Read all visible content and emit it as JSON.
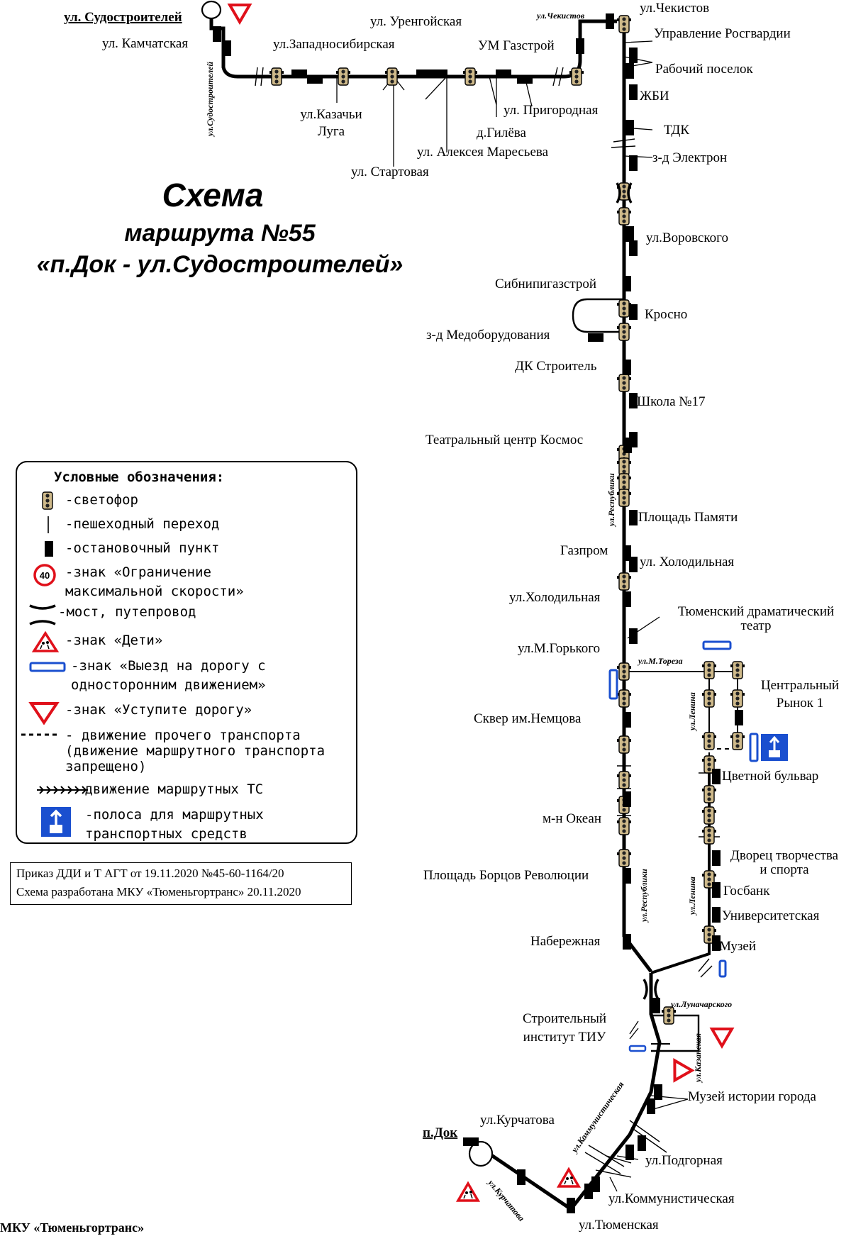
{
  "title": {
    "line1": "Схема",
    "line2": "маршрута №55",
    "line3": "«п.Док - ул.Судостроителей»"
  },
  "terminals": {
    "north": "ул. Судостроителей",
    "south": "п.Док"
  },
  "stops": {
    "kamchatskaya": "ул. Камчатская",
    "zapadnosibirskaya": "ул.Западносибирская",
    "urengoyskaya": "ул. Уренгойская",
    "um_gazstroy": "УМ Газстрой",
    "chekistov": "ул.Чекистов",
    "rosgvardiya": "Управление Росгвардии",
    "rabochiy": "Рабочий поселок",
    "zhbi": "ЖБИ",
    "prigorodnaya": "ул. Пригородная",
    "tdk": "ТДК",
    "gileva": "д.Гилёва",
    "maresyeva": "ул. Алексея Маресьева",
    "kazachi_luga": "ул.Казачьи\nЛуга",
    "startovaya": "ул. Стартовая",
    "elektron": "з-д Электрон",
    "vorovskogo": "ул.Воровского",
    "sibnipigazstroy": "Сибнипигазстрой",
    "krosno": "Кросно",
    "medoborudovaniya": "з-д Медоборудования",
    "dk_stroitel": "ДК Строитель",
    "shkola17": "Школа №17",
    "kosmos": "Театральный центр Космос",
    "pamyati": "Площадь Памяти",
    "gazprom": "Газпром",
    "holodilnaya_e": "ул. Холодильная",
    "holodilnaya_w": "ул.Холодильная",
    "drama": "Тюменский драматический\nтеатр",
    "gorkogo": "ул.М.Горького",
    "rynok": "Центральный\nРынок 1",
    "nemcova": "Сквер им.Немцова",
    "bulvar": "Цветной бульвар",
    "okean": "м-н Океан",
    "dvorec": "Дворец творчества\nи спорта",
    "borcov": "Площадь Борцов Революции",
    "gosbank": "Госбанк",
    "universitetskaya": "Университетская",
    "naberezhnaya": "Набережная",
    "muzey": "Музей",
    "tiu": "Строительный\nинститут ТИУ",
    "muzey_istorii": "Музей истории города",
    "kurchatova": "ул.Курчатова",
    "podgornaya": "ул.Подгорная",
    "kommunisticheskaya": "ул.Коммунистическая",
    "tyumenskaya": "ул.Тюменская"
  },
  "streets": {
    "sudostroiteley_v": "ул.Судостроителей",
    "chekistov_small": "ул.Чекистов",
    "respubliki_1": "ул.Республики",
    "respubliki_2": "ул.Республики",
    "toreza": "ул.М.Тореза",
    "lenina_1": "ул.Ленина",
    "lenina_2": "ул.Ленина",
    "lunacharskogo": "ул.Луначарского",
    "kazanskaya": "ул.Казанская",
    "kommunisticheskaya_v": "ул.Коммунистическая",
    "kurchatova_v": "ул.Курчатова"
  },
  "legend": {
    "header": "Условные обозначения:",
    "items": [
      {
        "icon": "traffic-light-icon",
        "text": "-светофор"
      },
      {
        "icon": "crosswalk-icon",
        "text": "-пешеходный переход"
      },
      {
        "icon": "bus-stop-icon",
        "text": "-остановочный пункт"
      },
      {
        "icon": "speed-limit-icon",
        "sign_value": "40",
        "text": "-знак «Ограничение\nмаксимальной скорости»"
      },
      {
        "icon": "bridge-icon",
        "text": "-мост, путепровод"
      },
      {
        "icon": "children-sign-icon",
        "text": "-знак «Дети»"
      },
      {
        "icon": "one-way-entry-sign-icon",
        "text": "-знак «Выезд на дорогу с\nодносторонним движением»"
      },
      {
        "icon": "yield-sign-icon",
        "text": "-знак «Уступите дорогу»"
      },
      {
        "icon": "dashed-line-icon",
        "text": "- движение прочего транспорта\n(движение маршрутного транспорта\nзапрещено)"
      },
      {
        "icon": "route-arrows-icon",
        "text": "-движение маршрутных ТС"
      },
      {
        "icon": "bus-lane-sign-icon",
        "text": "-полоса для маршрутных\nтранспортных средств"
      }
    ]
  },
  "order": {
    "line1": "Приказ ДДИ и Т АГТ от 19.11.2020 №45-60-1164/20",
    "line2": "Схема разработана МКУ «Тюменьгортранс» 20.11.2020"
  },
  "footer": "МКУ «Тюменьгортранс»",
  "colors": {
    "route": "#000000",
    "sign_red": "#e0101a",
    "sign_blue": "#1a4fcf",
    "traffic_light_body": "#ceb98a"
  }
}
